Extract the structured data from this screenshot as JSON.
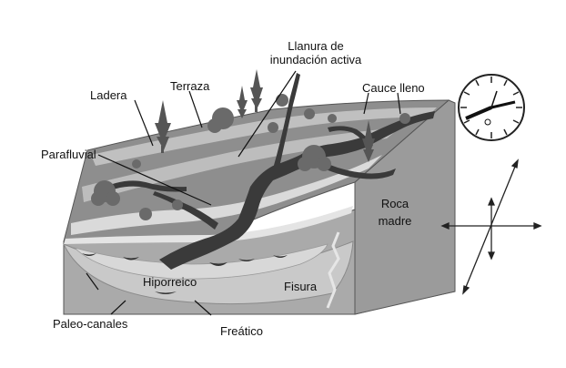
{
  "labels": {
    "llanura": "Llanura de\ninundación activa",
    "terraza": "Terraza",
    "ladera": "Ladera",
    "cauce_lleno": "Cauce lleno",
    "parafluvial": "Parafluvial",
    "roca_madre": "Roca\nmadre",
    "hiporreico": "Hiporreico",
    "fisura": "Fisura",
    "paleo_canales": "Paleo-canales",
    "freatico": "Freático"
  },
  "colors": {
    "channel": "#3a3a3a",
    "surface": "#8c8c8c",
    "terrace": "#b9b9b9",
    "light_band": "#d9d9d9",
    "soil": "#a9a9a9",
    "bedrock": "#9d9d9d",
    "groundwater": "#c8c8c8",
    "tree": "#555555"
  },
  "icons": [
    "clock-icon",
    "axes-cross-icon"
  ]
}
